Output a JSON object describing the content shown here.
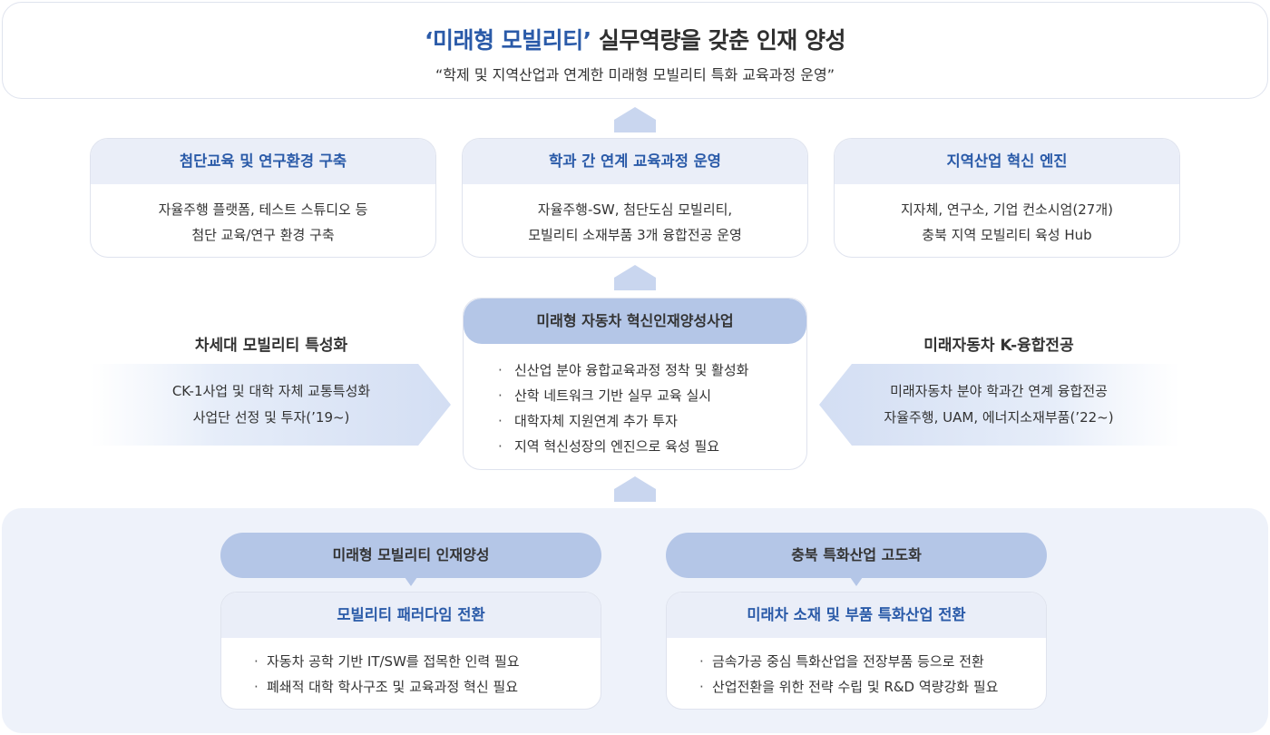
{
  "goal": {
    "title_highlight": "‘미래형 모빌리티’",
    "title_rest": " 실무역량을 갖춘 인재 양성",
    "subtitle": "“학제 및 지역산업과 연계한 미래형 모빌리티 특화 교육과정 운영”"
  },
  "cards": [
    {
      "title": "첨단교육 및 연구환경 구축",
      "lines": [
        "자율주행 플랫폼, 테스트 스튜디오 등",
        "첨단 교육/연구 환경 구축"
      ]
    },
    {
      "title": "학과 간 연계 교육과정 운영",
      "lines": [
        "자율주행-SW, 첨단도심 모빌리티,",
        "모빌리티 소재부품 3개 융합전공 운영"
      ]
    },
    {
      "title": "지역산업 혁신 엔진",
      "lines": [
        "지자체, 연구소, 기업 컨소시엄(27개)",
        "충북 지역 모빌리티 육성 Hub"
      ]
    }
  ],
  "center": {
    "title": "미래형 자동차 혁신인재양성사업",
    "bullet": "·",
    "items": [
      "신산업 분야 융합교육과정 정착 및 활성화",
      "산학 네트워크 기반 실무 교육 실시",
      "대학자체 지원연계 추가 투자",
      "지역 혁신성장의 엔진으로 육성 필요"
    ]
  },
  "left": {
    "title": "차세대 모빌리티 특성화",
    "lines": [
      "CK-1사업 및 대학 자체 교통특성화",
      "사업단 선정 및 투자(’19~)"
    ]
  },
  "right": {
    "title": "미래자동차 K-융합전공",
    "lines": [
      "미래자동차 분야 학과간 연계 융합전공",
      "자율주행, UAM, 에너지소재부품(’22~)"
    ]
  },
  "bottom": [
    {
      "pill": "미래형 모빌리티 인재양성",
      "title": "모빌리티 패러다임 전환",
      "items": [
        "자동차 공학 기반 IT/SW를 접목한 인력 필요",
        "폐쇄적 대학 학사구조 및 교육과정 혁신 필요"
      ]
    },
    {
      "pill": "충북 특화산업 고도화",
      "title": "미래차 소재 및 부품 특화산업 전환",
      "items": [
        "금속가공 중심 특화산업을 전장부품 등으로 전환",
        "산업전환을 위한 전략 수립 및 R&D 역량강화 필요"
      ]
    }
  ],
  "colors": {
    "accent": "#2a5aa8",
    "pill": "#b4c6e7",
    "header_bg": "#eaeef8",
    "panel_bg": "#eef2fa"
  }
}
